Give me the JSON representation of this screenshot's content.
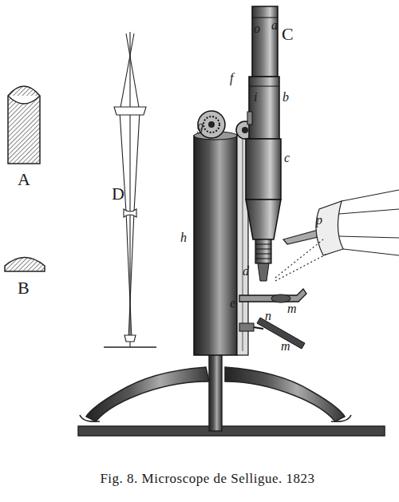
{
  "diagram": {
    "caption": "Fig. 8. Microscope de Selligue. 1823",
    "labels": [
      "A",
      "B",
      "D",
      "C",
      "o",
      "a",
      "i",
      "b",
      "c",
      "f",
      "g",
      "h",
      "p",
      "d",
      "e",
      "n",
      "m",
      "m"
    ]
  }
}
